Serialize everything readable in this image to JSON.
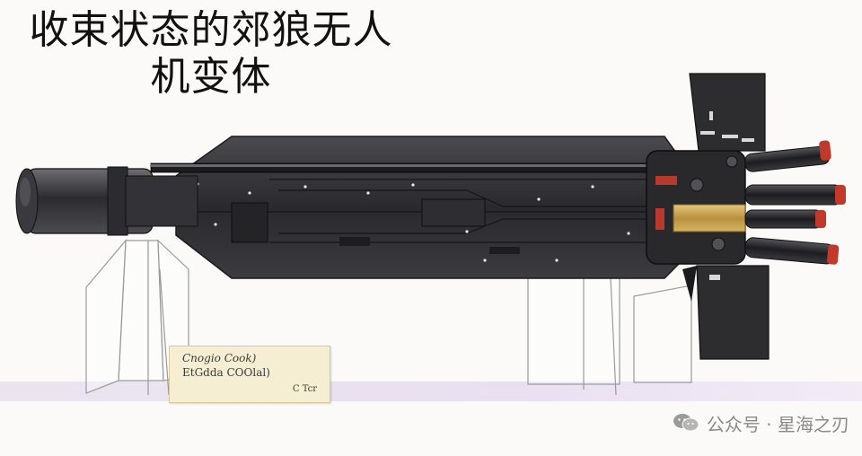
{
  "title": {
    "line1": "收束状态的郊狼无人",
    "line2": "机变体"
  },
  "label_card": {
    "line1": "Cnogio Cook)",
    "line2": "EtGdda COOlal)",
    "line3": "C Tcr"
  },
  "watermark": {
    "text": "公众号 · 星海之刃",
    "icon": "wechat-icon"
  },
  "colors": {
    "background": "#fbfaf9",
    "body_dark": "#2b2b2e",
    "tip_red": "#c0392b",
    "brass": "#c9a24a",
    "stand_line": "#9a9a9a"
  }
}
